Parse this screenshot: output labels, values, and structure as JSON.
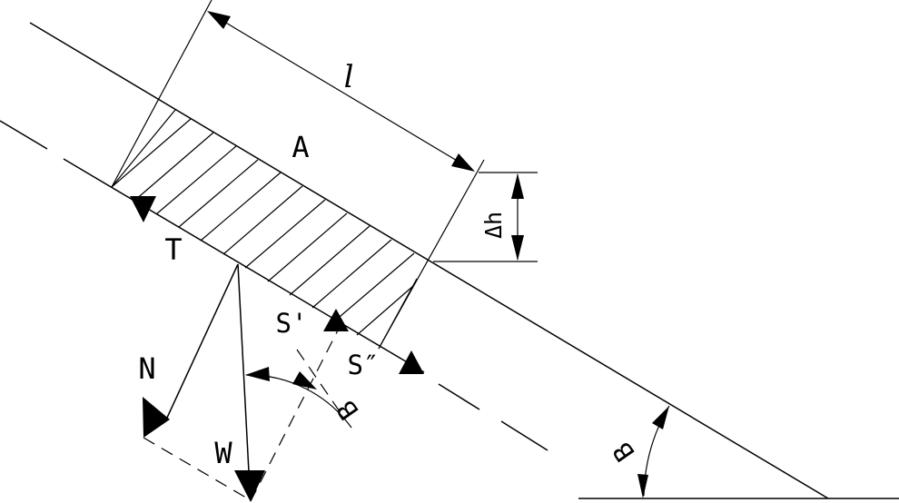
{
  "figure": {
    "background_color": "#ffffff",
    "line_color": "#000000",
    "labels": {
      "length_dim": "l",
      "area": "A",
      "tangential_force": "T",
      "normal_force": "N",
      "weight_force": "W",
      "shear_upper": "S'",
      "shear_lower": "S″",
      "thickness_dim": "Δh",
      "slope_angle_mid": "B",
      "slope_angle_toe": "B"
    }
  }
}
